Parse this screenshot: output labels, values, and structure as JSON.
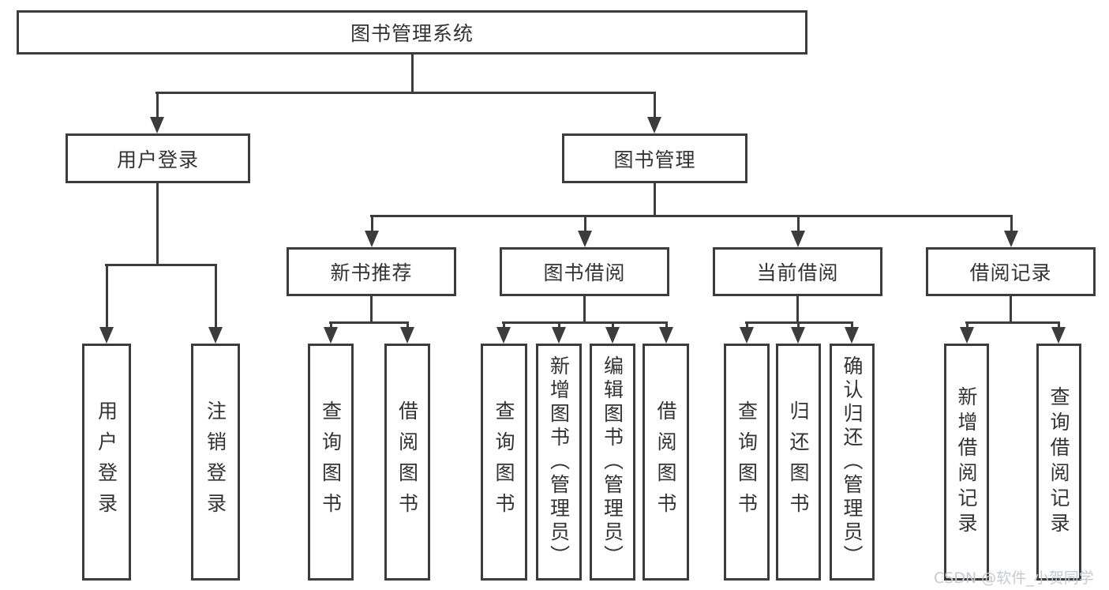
{
  "diagram": {
    "root": {
      "label": "图书管理系统"
    },
    "branches": {
      "user_login": {
        "label": "用户登录",
        "children": [
          {
            "label": "用户登录"
          },
          {
            "label": "注销登录"
          }
        ]
      },
      "book_management": {
        "label": "图书管理",
        "children": {
          "new_book_rec": {
            "label": "新书推荐",
            "children": [
              {
                "label": "查询图书"
              },
              {
                "label": "借阅图书"
              }
            ]
          },
          "book_borrow": {
            "label": "图书借阅",
            "children": [
              {
                "label": "查询图书"
              },
              {
                "label": "新增图书（管理员）"
              },
              {
                "label": "编辑图书（管理员）"
              },
              {
                "label": "借阅图书"
              }
            ]
          },
          "current_borrow": {
            "label": "当前借阅",
            "children": [
              {
                "label": "查询图书"
              },
              {
                "label": "归还图书"
              },
              {
                "label": "确认归还（管理员）"
              }
            ]
          },
          "borrow_records": {
            "label": "借阅记录",
            "children": [
              {
                "label": "新增借阅记录"
              },
              {
                "label": "查询借阅记录"
              }
            ]
          }
        }
      }
    }
  },
  "watermark": {
    "text": "CSDN @软件_小贺同学"
  },
  "colors": {
    "line": "#3c3c3c",
    "text": "#333333",
    "box_background": "#ffffff",
    "page_background": "#ffffff",
    "watermark": "#c6cad0"
  }
}
